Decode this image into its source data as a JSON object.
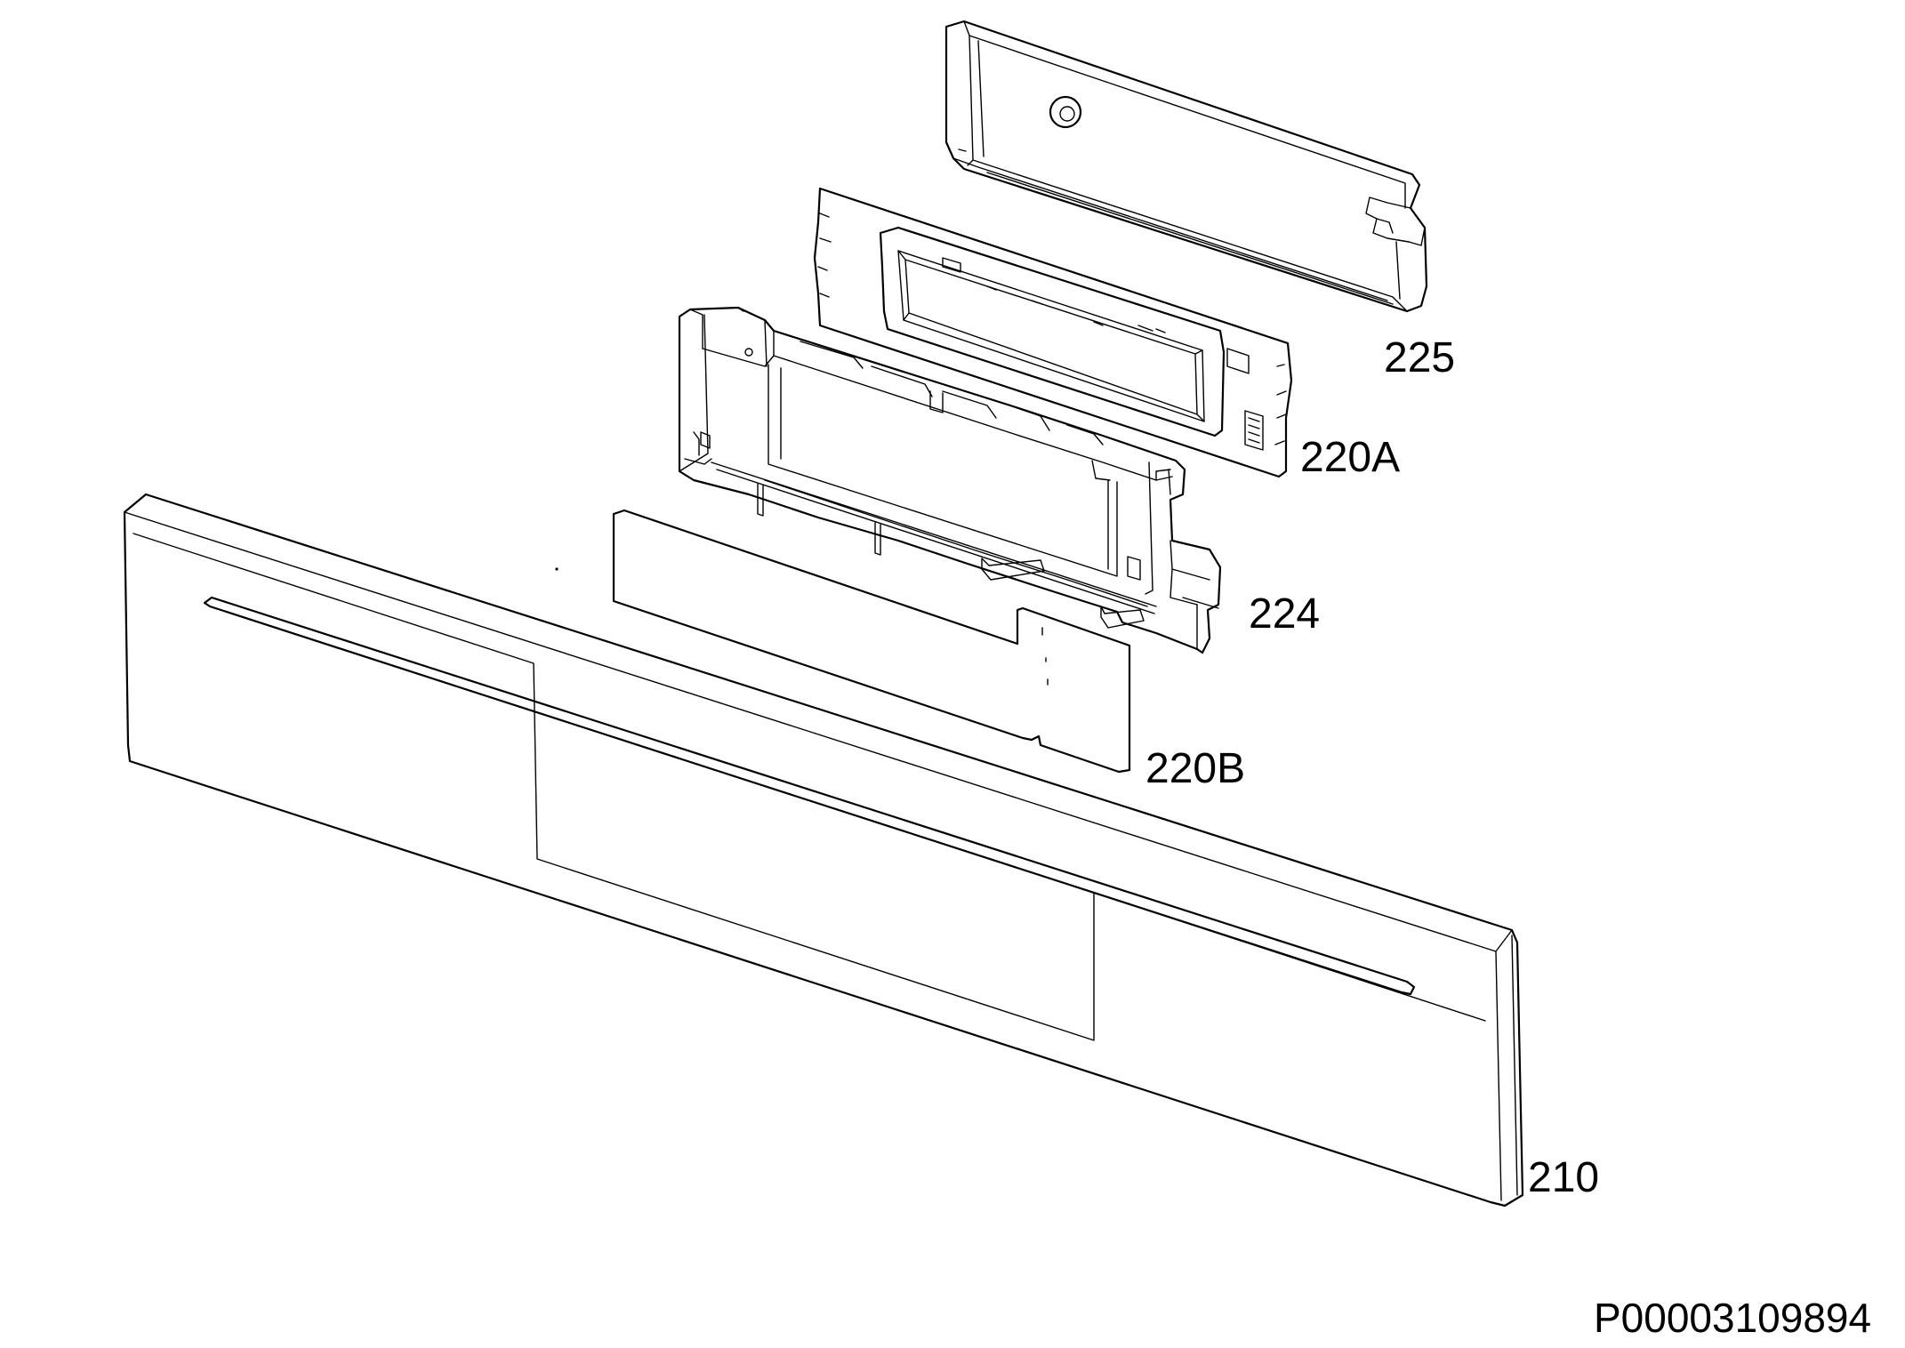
{
  "diagram": {
    "type": "exploded-parts-view",
    "parts": [
      {
        "id": "225",
        "label": "225"
      },
      {
        "id": "220A",
        "label": "220A"
      },
      {
        "id": "224",
        "label": "224"
      },
      {
        "id": "220B",
        "label": "220B"
      },
      {
        "id": "210",
        "label": "210"
      }
    ],
    "document_id": "P00003109894"
  }
}
